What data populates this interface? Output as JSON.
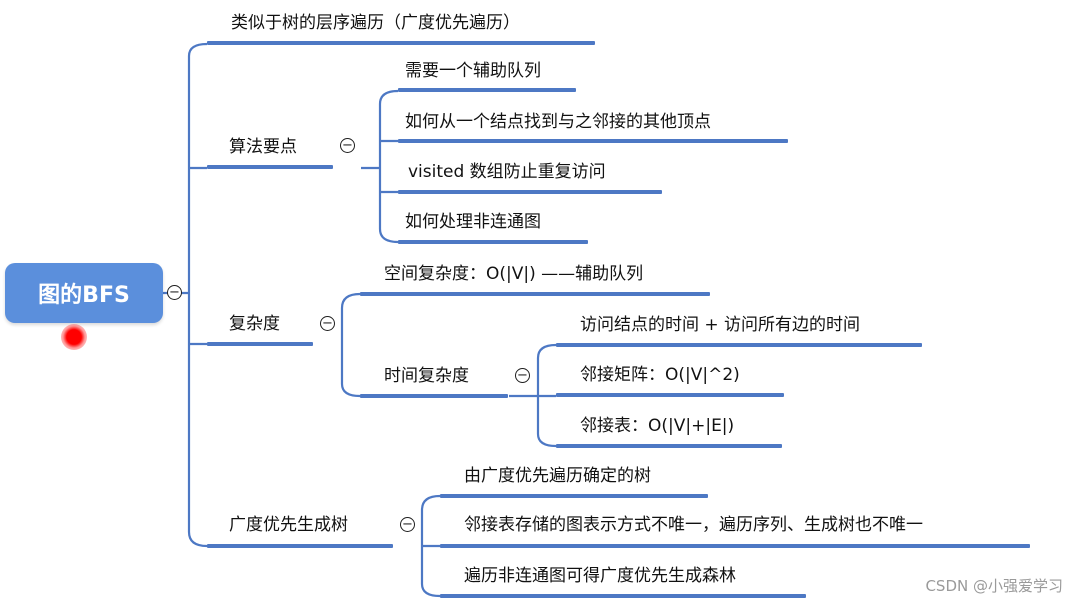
{
  "mindmap": {
    "root": "图的BFS",
    "nodes": {
      "n1": "类似于树的层序遍历（广度优先遍历）",
      "n2": "算法要点",
      "n2a": "需要一个辅助队列",
      "n2b": "如何从一个结点找到与之邻接的其他顶点",
      "n2c": "visited 数组防止重复访问",
      "n2d": "如何处理非连通图",
      "n3": "复杂度",
      "n3a": "空间复杂度：O(|V|) ——辅助队列",
      "n3b": "时间复杂度",
      "n3b1": "访问结点的时间 + 访问所有边的时间",
      "n3b2": "邻接矩阵：O(|V|^2)",
      "n3b3": "邻接表：O(|V|+|E|)",
      "n4": "广度优先生成树",
      "n4a": "由广度优先遍历确定的树",
      "n4b": "邻接表存储的图表示方式不唯一，遍历序列、生成树也不唯一",
      "n4c": "遍历非连通图可得广度优先生成森林"
    },
    "collapse_symbol": "−",
    "colors": {
      "root_bg": "#5b8fdc",
      "branch": "#4d78c4"
    }
  },
  "watermark": "CSDN @小强爱学习"
}
